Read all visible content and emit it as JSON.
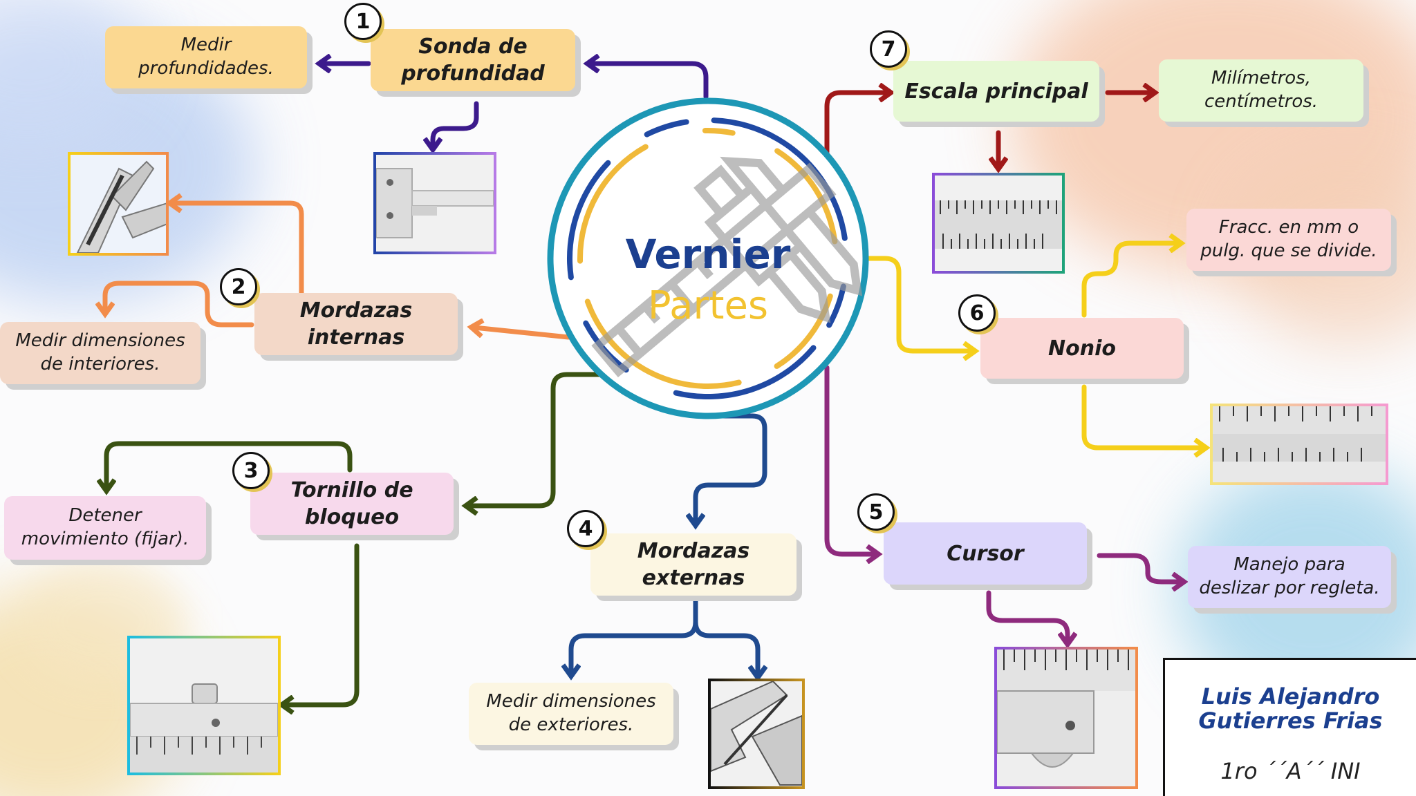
{
  "center": {
    "title": "Vernier",
    "subtitle": "Partes"
  },
  "parts": [
    {
      "number": "1",
      "name": "Sonda de profundidad",
      "description": "Medir profundidades."
    },
    {
      "number": "2",
      "name": "Mordazas internas",
      "description": "Medir dimensiones de interiores."
    },
    {
      "number": "3",
      "name": "Tornillo de bloqueo",
      "description": "Detener movimiento (fijar)."
    },
    {
      "number": "4",
      "name": "Mordazas externas",
      "description": "Medir dimensiones de exteriores."
    },
    {
      "number": "5",
      "name": "Cursor",
      "description": "Manejo para deslizar por regleta."
    },
    {
      "number": "6",
      "name": "Nonio",
      "description": "Fracc. en mm o pulg. que se divide."
    },
    {
      "number": "7",
      "name": "Escala principal",
      "description": "Milímetros, centímetros."
    }
  ],
  "author": {
    "name": "Luis Alejandro Gutierres Frias",
    "group": "1ro ´´A´´ INI"
  },
  "colors": {
    "p1": "#3c1a8c",
    "p2": "#f28c4a",
    "p3": "#3a5212",
    "p4": "#1f4a8f",
    "p5": "#8e2a7d",
    "p6": "#f5cf1a",
    "p7": "#a01818",
    "ring_outer": "#1d97b5",
    "ring_blue": "#1f49a3",
    "ring_yellow": "#f0b93a"
  }
}
